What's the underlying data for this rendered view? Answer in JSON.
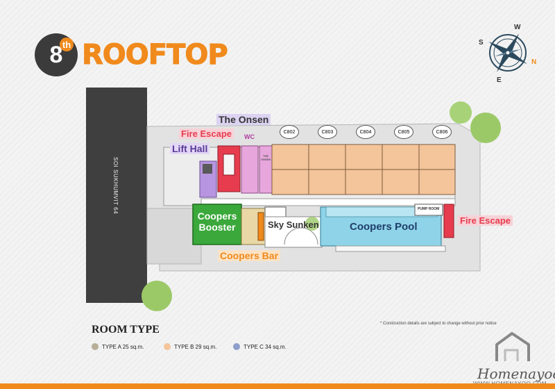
{
  "header": {
    "floor_number": "8",
    "floor_suffix": "th",
    "title": "ROOFTOP"
  },
  "compass": {
    "n": "N",
    "e": "E",
    "s": "S",
    "w": "W"
  },
  "road_label": "SOI SUKHUMVIT 64",
  "units": [
    "C802",
    "C803",
    "C804",
    "C805",
    "C806"
  ],
  "areas": {
    "the_onsen": "The Onsen",
    "fire_escape_left": "Fire Escape",
    "wc": "WC",
    "lift_hall": "Lift Hall",
    "onsen_small": "THE ONSEN",
    "coopers_booster": "Coopers Booster",
    "coopers_bar": "Coopers Bar",
    "sky_sunken": "Sky Sunken",
    "coopers_pool": "Coopers Pool",
    "pump_room": "PUMP ROOM",
    "fire_escape_right": "Fire Escape"
  },
  "note": "* Construction details are subject to change without prior notice",
  "legend": {
    "title": "ROOM TYPE",
    "items": [
      {
        "label": "TYPE A  25 sq.m.",
        "color": "#b7ae98"
      },
      {
        "label": "TYPE B  29 sq.m.",
        "color": "#f4c49a"
      },
      {
        "label": "TYPE C  34 sq.m.",
        "color": "#8e9fcc"
      }
    ]
  },
  "brand": {
    "name": "Homenayoo",
    "url": "WWW.HOMENAYOO.COM"
  },
  "colors": {
    "accent": "#f08a1c",
    "fire": "#e63c4e",
    "lift": "#b895e0",
    "onsen": "#e7a6dc",
    "booster": "#3aa83a",
    "pool": "#8fd3e8",
    "bar": "#e9d8a6"
  }
}
